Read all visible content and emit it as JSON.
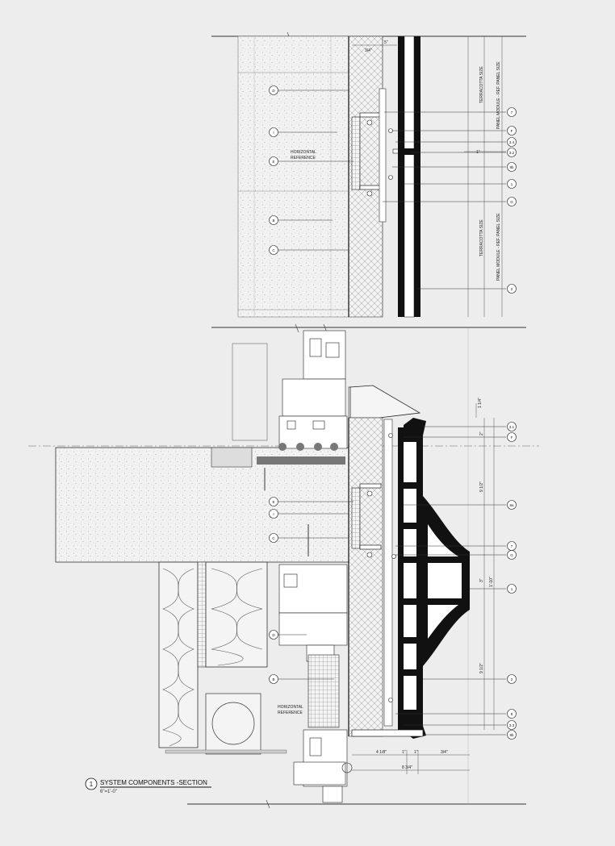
{
  "drawing": {
    "detail_number": "1",
    "title": "SYSTEM COMPONENTS -SECTION",
    "scale": "6\"=1'-0\""
  },
  "upper_section": {
    "left_tags": [
      "D",
      "I",
      "E",
      "B",
      "C"
    ],
    "right_tags": [
      "7",
      "F",
      "3.4",
      "3.2",
      "8b",
      "1",
      "G",
      "2"
    ],
    "notes": [
      "HORIZONTAL",
      "REFERENCE"
    ],
    "vertical_labels": [
      "TERRACOTTA SIZE",
      "PANEL MODULE - REF. PANEL SIZE",
      "TERRACOTTA SIZE",
      "PANEL MODULE - REF. PANEL SIZE"
    ],
    "dims": [
      "5\"",
      "3/4\"",
      "1\""
    ]
  },
  "lower_section": {
    "left_tags": [
      "E",
      "I",
      "C",
      "D",
      "B"
    ],
    "right_tags": [
      "3.1",
      "F",
      "8a",
      "7",
      "G",
      "1",
      "2",
      "8",
      "3.3",
      "8b"
    ],
    "notes": [
      "HORIZONTAL",
      "REFERENCE"
    ],
    "dims": [
      "1 1/4\"",
      "2\"",
      "9 1/2\"",
      "3\"",
      "1'-10\"",
      "9 1/2\"",
      "4 1/8\"",
      "1\"",
      "1\"",
      "3/4\"",
      "8 3/4\""
    ]
  }
}
